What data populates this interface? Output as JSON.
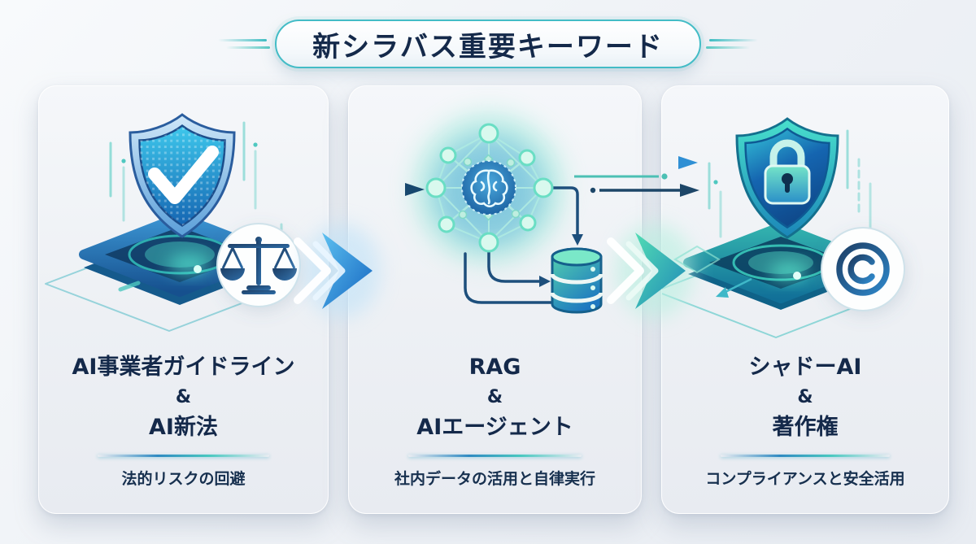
{
  "title": "新シラバス重要キーワード",
  "accent_colors": {
    "navy_text": "#14294a",
    "teal": "#43bcc6",
    "blue": "#2f8ac2",
    "chevron_blue": "#1e7fd0",
    "chevron_teal": "#35c2a4"
  },
  "cards": [
    {
      "keyword_line1": "AI事業者ガイドライン",
      "amp": "&",
      "keyword_line2": "AI新法",
      "subtitle": "法的リスクの回避",
      "icons": [
        "shield-check-icon",
        "justice-scales-icon",
        "platform-icon"
      ]
    },
    {
      "keyword_line1": "RAG",
      "amp": "&",
      "keyword_line2": "AIエージェント",
      "subtitle": "社内データの活用と自律実行",
      "icons": [
        "neural-network-icon",
        "brain-icon",
        "database-icon",
        "flow-arrow-icons"
      ]
    },
    {
      "keyword_line1": "シャドーAI",
      "amp": "&",
      "keyword_line2": "著作権",
      "subtitle": "コンプライアンスと安全活用",
      "icons": [
        "shield-lock-icon",
        "copyright-icon",
        "platform-icon"
      ]
    }
  ],
  "connectors": [
    "arrow-right",
    "double-chevron-blue",
    "arrow-lines-right",
    "double-chevron-teal"
  ]
}
